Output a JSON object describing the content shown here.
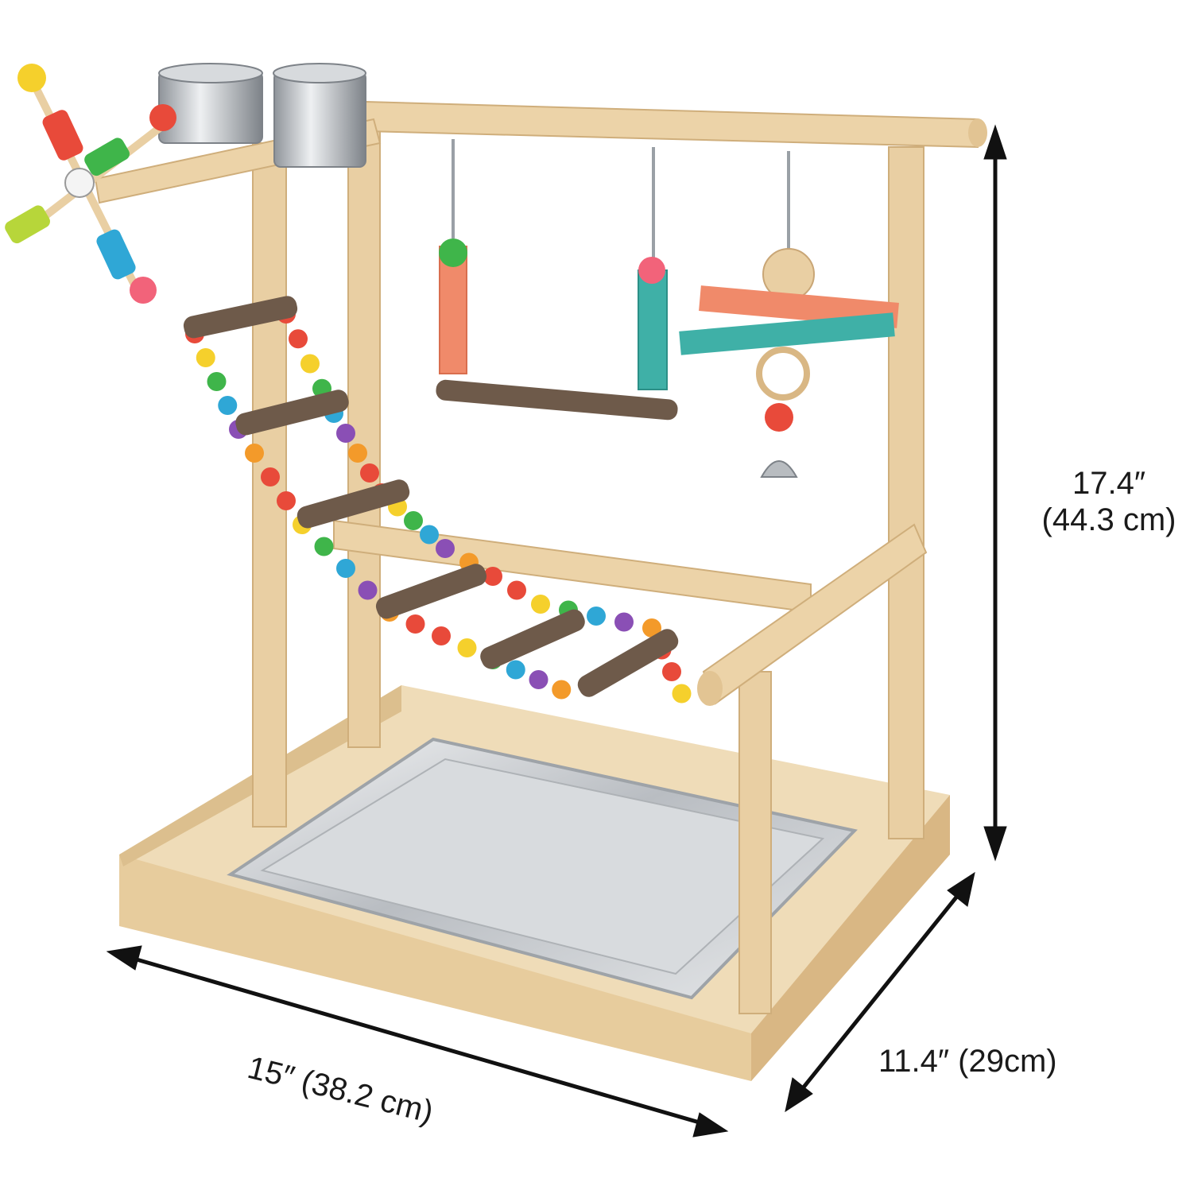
{
  "product": {
    "image_alt": "Wooden bird play stand with ladder, swings, cups and steel tray",
    "accent_colors": {
      "wood": "#e9cfa3",
      "wood_dark": "#d8b684",
      "branch": "#6e5a4a",
      "steel": "#c9ccd0",
      "arrow": "#111111"
    },
    "bead_colors": [
      "#e84a3a",
      "#f5d02c",
      "#3fb54a",
      "#2fa7d6",
      "#8a4fb5",
      "#f39a2a",
      "#e84a3a"
    ]
  },
  "dimensions": {
    "height_inch": "17.4″",
    "height_cm": "(44.3 cm)",
    "width": "15″ (38.2 cm)",
    "depth": "11.4″ (29cm)"
  }
}
